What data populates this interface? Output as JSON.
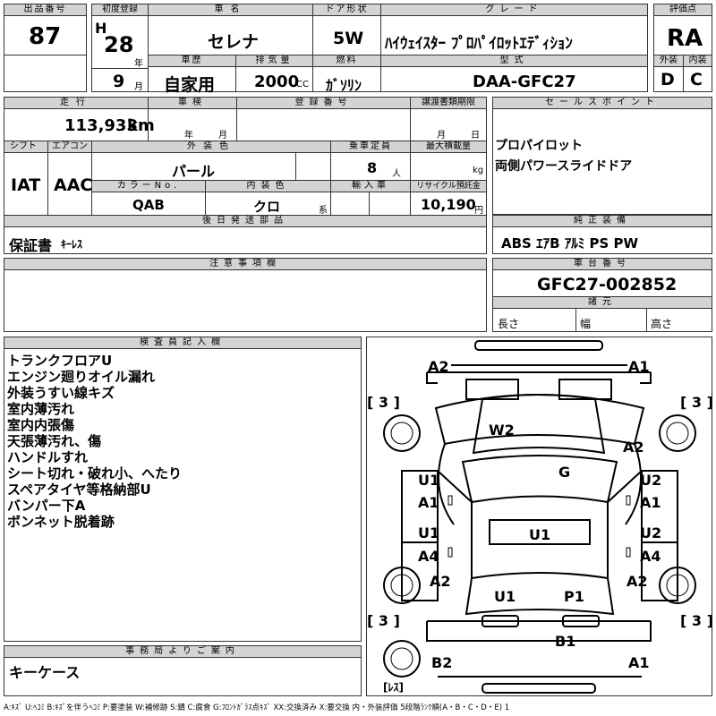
{
  "top": {
    "lot_header": "出品番号",
    "lot_number": "87",
    "first_reg_header": "初度登録",
    "era": "H",
    "year_num": "28",
    "year_unit": "年",
    "month_num": "9",
    "month_unit": "月",
    "car_name_header": "車名",
    "car_name": "セレナ",
    "door_header": "ドア形状",
    "door": "5W",
    "grade_header": "グレード",
    "grade": "ﾊｲｳｪｲｽﾀｰ ﾌﾟﾛﾊﾟｲﾛｯﾄｴﾃﾞｨｼｮﾝ",
    "score_header": "評価点",
    "score": "RA",
    "history_header": "車歴",
    "history": "自家用",
    "displacement_header": "排気量",
    "displacement": "2000",
    "displacement_unit": "CC",
    "fuel_header": "燃料",
    "fuel": "ｶﾞｿﾘﾝ",
    "model_header": "型式",
    "model": "DAA-GFC27",
    "ext_header": "外装",
    "ext_score": "D",
    "int_header": "内装",
    "int_score": "C"
  },
  "mid": {
    "mileage_header": "走行",
    "mileage": "113,933",
    "mileage_unit": "km",
    "inspection_header": "車検",
    "insp_year": "年",
    "insp_month": "月",
    "reg_no_header": "登録番号",
    "transfer_header": "譲渡書類期限",
    "transfer_month": "月",
    "transfer_day": "日",
    "shift_header": "シフト",
    "shift": "IAT",
    "ac_header": "エアコン",
    "ac": "AAC",
    "color_header": "外装色",
    "color": "パール",
    "capacity_header": "乗車定員",
    "capacity": "8",
    "capacity_unit": "人",
    "load_header": "最大積載量",
    "load_unit": "kg",
    "color_no_header": "カラーNo.",
    "color_no": "QAB",
    "int_color_header": "内装色",
    "int_color": "クロ",
    "int_color_unit": "系",
    "import_header": "輸入車",
    "recycle_header": "リサイクル預託金",
    "recycle": "10,190",
    "recycle_unit": "円",
    "later_parts_header": "後日発送部品",
    "later_parts_main": "保証書",
    "later_parts_sub": "ｷｰﾚｽ"
  },
  "sales": {
    "header": "セールスポイント",
    "lines": [
      "プロパイロット",
      "両側パワースライドドア"
    ]
  },
  "equipment": {
    "header": "純正装備",
    "value": "ABS ｴｱB ｱﾙﾐ PS PW"
  },
  "notes": {
    "header": "注意事項欄"
  },
  "chassis": {
    "header": "車台番号",
    "value": "GFC27-002852",
    "spec_header": "諸元",
    "length_label": "長さ",
    "width_label": "幅",
    "height_label": "高さ"
  },
  "inspector": {
    "header": "検査員記入欄",
    "lines": [
      "トランクフロアU",
      "エンジン廻りオイル漏れ",
      "外装うすい線キズ",
      "室内薄汚れ",
      "室内内張傷",
      "天張薄汚れ、傷",
      "ハンドルすれ",
      "シート切れ・破れ小、へたり",
      "スペアタイヤ等格納部U",
      "バンパー下A",
      "ボンネット脱着跡"
    ]
  },
  "office": {
    "header": "事務局よりご案内",
    "value": "キーケース"
  },
  "diagram": {
    "labels": {
      "a2_tl": "A2",
      "a1_tr": "A1",
      "w2": "W2",
      "a2_r": "A2",
      "g": "G",
      "u1_l1": "U1",
      "a1_l": "A1",
      "u2_r1": "U2",
      "a1_r": "A1",
      "u1_l2": "U1",
      "a4_l": "A4",
      "u1_c": "U1",
      "u2_r2": "U2",
      "a4_r": "A4",
      "a2_bl": "A2",
      "a2_br": "A2",
      "u1_b": "U1",
      "p1": "P1",
      "b1": "B1",
      "b2": "B2",
      "a1_br": "A1"
    },
    "brackets": [
      "[ 3 ]",
      "[ 3 ]",
      "[ 3 ]",
      "[ 3 ]"
    ],
    "less": "[ﾚｽ]"
  },
  "legend": "A:ｷｽﾞ U:ﾍｺﾐ B:ｷｽﾞを伴うﾍｺﾐ P:要塗装 W:補修跡 S:錆 C:腐食 G:ﾌﾛﾝﾄｶﾞﾗｽ点ｷｽﾞ XX:交換済み X:要交換 内・外装評価 5段階ﾗﾝｸ順(A・B・C・D・E) 1"
}
